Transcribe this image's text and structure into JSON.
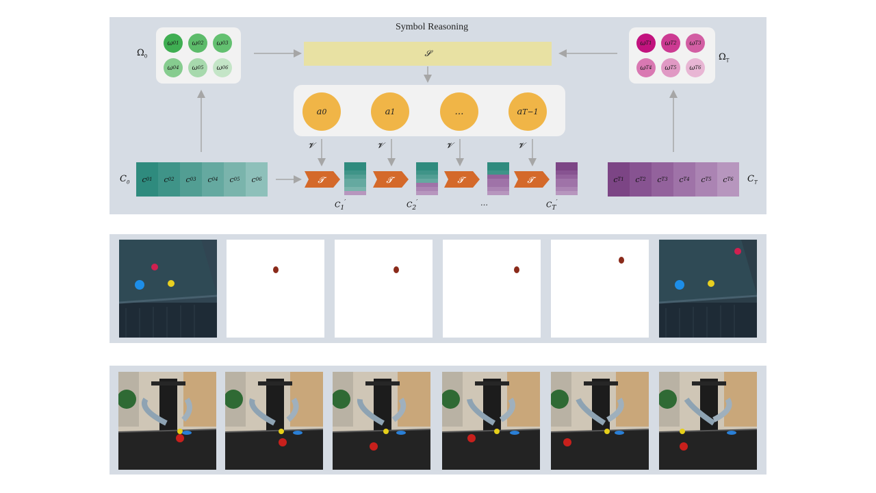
{
  "top": {
    "title": "Symbol Reasoning",
    "omega0_label": "Ω",
    "omega0_sub": "0",
    "omegaT_label": "Ω",
    "omegaT_sub": "T",
    "omega0_items": [
      {
        "b": "ω",
        "sub": "0",
        "sup": "1"
      },
      {
        "b": "ω",
        "sub": "0",
        "sup": "2"
      },
      {
        "b": "ω",
        "sub": "0",
        "sup": "3"
      },
      {
        "b": "ω",
        "sub": "0",
        "sup": "4"
      },
      {
        "b": "ω",
        "sub": "0",
        "sup": "5"
      },
      {
        "b": "ω",
        "sub": "0",
        "sup": "6"
      }
    ],
    "omegaT_items": [
      {
        "b": "ω",
        "sub": "T",
        "sup": "1"
      },
      {
        "b": "ω",
        "sub": "T",
        "sup": "2"
      },
      {
        "b": "ω",
        "sub": "T",
        "sup": "3"
      },
      {
        "b": "ω",
        "sub": "T",
        "sup": "4"
      },
      {
        "b": "ω",
        "sub": "T",
        "sup": "5"
      },
      {
        "b": "ω",
        "sub": "T",
        "sup": "6"
      }
    ],
    "colors": {
      "omega0": [
        "#3fae52",
        "#5cbb6a",
        "#63c070",
        "#86cc8f",
        "#a7d9ad",
        "#c4e5c7"
      ],
      "omegaT": [
        "#c2127e",
        "#cc3a92",
        "#d25ea3",
        "#d978b2",
        "#e099c4",
        "#e8b6d4"
      ],
      "c0": [
        "#2f8b7e",
        "#3f9488",
        "#529e93",
        "#65a9a0",
        "#7ab4ac",
        "#8ec0ba"
      ],
      "cT": [
        "#7c4585",
        "#875391",
        "#93629c",
        "#9f73a8",
        "#ab84b3",
        "#b796be"
      ],
      "action": "#f0b547",
      "transition": "#d4692a",
      "s_bar": "#e8e1a3"
    },
    "s_label": "𝓢",
    "actions": [
      {
        "b": "a",
        "sub": "0"
      },
      {
        "b": "a",
        "sub": "1"
      },
      {
        "b": "…",
        "sub": ""
      },
      {
        "b": "a",
        "sub": "T−1"
      }
    ],
    "v_label": "𝓥",
    "t_label": "𝓣",
    "c0_label": "C",
    "c0_sub": "0",
    "cT_label": "C",
    "cT_sub": "T",
    "c0_cells": [
      {
        "b": "c",
        "sub": "0",
        "sup": "1"
      },
      {
        "b": "c",
        "sub": "0",
        "sup": "2"
      },
      {
        "b": "c",
        "sub": "0",
        "sup": "3"
      },
      {
        "b": "c",
        "sub": "0",
        "sup": "4"
      },
      {
        "b": "c",
        "sub": "0",
        "sup": "5"
      },
      {
        "b": "c",
        "sub": "0",
        "sup": "6"
      }
    ],
    "cT_cells": [
      {
        "b": "c",
        "sub": "T",
        "sup": "1"
      },
      {
        "b": "c",
        "sub": "T",
        "sup": "2"
      },
      {
        "b": "c",
        "sub": "T",
        "sup": "3"
      },
      {
        "b": "c",
        "sub": "T",
        "sup": "4"
      },
      {
        "b": "c",
        "sub": "T",
        "sup": "5"
      },
      {
        "b": "c",
        "sub": "T",
        "sup": "6"
      }
    ],
    "intermediate_labels": [
      {
        "b": "C",
        "sub": "1",
        "prime": "′"
      },
      {
        "b": "C",
        "sub": "2",
        "prime": "′"
      },
      {
        "b": "…",
        "sub": "",
        "prime": ""
      },
      {
        "b": "C",
        "sub": "T",
        "prime": "′"
      }
    ]
  }
}
